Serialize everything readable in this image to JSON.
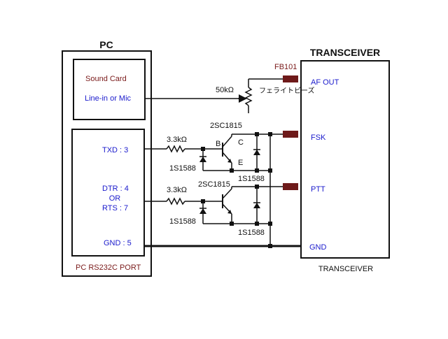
{
  "pc": {
    "title": "PC",
    "sound_card_label": "Sound  Card",
    "line_in_label": "Line-in or Mic",
    "txd_label": "TXD : 3",
    "dtr_label": "DTR : 4",
    "or_label": "OR",
    "rts_label": "RTS : 7",
    "gnd_label": "GND : 5",
    "port_label": "PC RS232C PORT"
  },
  "transceiver": {
    "title": "TRANSCEIVER",
    "caption": "TRANSCEIVER",
    "af_out_label": "AF OUT",
    "fsk_label": "FSK",
    "ptt_label": "PTT",
    "gnd_label": "GND"
  },
  "components": {
    "ferrite_ref": "FB101",
    "ferrite_name": "フェライトビーズ",
    "pot_value": "50kΩ",
    "r1_value": "3.3kΩ",
    "r2_value": "3.3kΩ",
    "q1_part": "2SC1815",
    "q2_part": "2SC1815",
    "q1_base": "B",
    "q1_collector": "C",
    "q1_emitter": "E",
    "d1_part": "1S1588",
    "d2_part": "1S1588",
    "d3_part": "1S1588",
    "d4_part": "1S1588"
  },
  "colors": {
    "wire": "#111111",
    "text_blue": "#1a1acc",
    "text_red": "#7a1a1a",
    "ferrite": "#6e1a1a"
  }
}
